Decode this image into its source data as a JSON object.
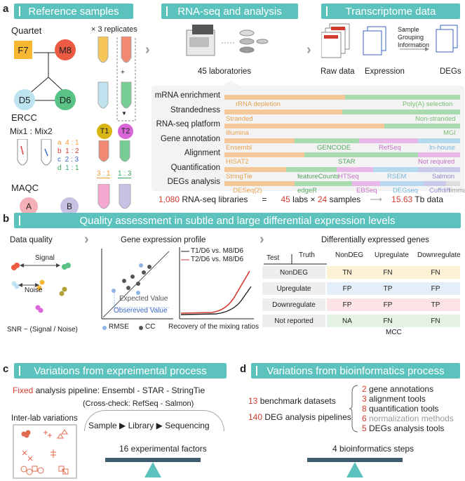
{
  "panel_a": {
    "label": "a",
    "banner_ref": "Reference samples",
    "banner_rna": "RNA-seq and analysis",
    "banner_trans": "Transcriptome data",
    "quartet_title": "Quartet",
    "quartet_samples": [
      "F7",
      "M8",
      "D5",
      "D6"
    ],
    "replicates_label": "× 3 replicates",
    "plus_sign": "+",
    "ercc_title": "ERCC",
    "mix_label": "Mix1 : Mix2",
    "mix_ratios": [
      {
        "letter": "a",
        "ratio": "4 : 1",
        "color": "#f29a38"
      },
      {
        "letter": "b",
        "ratio": "1 : 2",
        "color": "#d43b2f"
      },
      {
        "letter": "c",
        "ratio": "2 : 3",
        "color": "#3b66c9"
      },
      {
        "letter": "d",
        "ratio": "1 : 1",
        "color": "#3aa65a"
      }
    ],
    "t1": "T1",
    "t2": "T2",
    "t1_ratio": "3 : 1",
    "t2_ratio": "1 : 3",
    "maqc_title": "MAQC",
    "maqc_samples": [
      "A",
      "B"
    ],
    "labs_label": "45 laboratories",
    "raw_data": "Raw data",
    "expression": "Expression",
    "degs": "DEGs",
    "sample_grouping": "Sample\nGrouping\nInformation",
    "workflow_rows": [
      {
        "label": "mRNA enrichment",
        "options": [
          "rRNA depletion",
          "Poly(A) selection"
        ]
      },
      {
        "label": "Strandedness",
        "options": [
          "Stranded",
          "Non-stranded"
        ]
      },
      {
        "label": "RNA-seq platform",
        "options": [
          "Illumina",
          "MGI"
        ]
      },
      {
        "label": "Gene annotation",
        "options": [
          "Ensembl",
          "GENCODE",
          "RefSeq",
          "In-house"
        ]
      },
      {
        "label": "Alignment",
        "options": [
          "HISAT2",
          "STAR",
          "Not required"
        ]
      },
      {
        "label": "Quantification",
        "options": [
          "StringTie",
          "featureCounts",
          "HTSeq",
          "RSEM",
          "Salmon"
        ]
      },
      {
        "label": "DEGs analysis",
        "options": [
          "DESeq(2)",
          "edgeR",
          "EBSeq",
          "DEGseq",
          "Cuffdiff",
          "limma"
        ]
      }
    ],
    "summary": {
      "libraries_num": "1,080",
      "libraries_text": "RNA-seq libraries",
      "equals": "=",
      "labs_num": "45",
      "labs_text": "labs ×",
      "samples_num": "24",
      "samples_text": "samples",
      "tb_num": "15.63",
      "tb_text": "Tb data"
    }
  },
  "panel_b": {
    "label": "b",
    "banner": "Quality assessment in subtle and large differential expression levels",
    "data_quality": "Data quality",
    "signal": "Signal",
    "noise": "Noise",
    "snr": "SNR ~ (Signal / Noise)",
    "gene_expr_profile": "Gene expression profile",
    "expected_value": "Expected Value",
    "observed_value": "Obsereved Value",
    "rmse": "RMSE",
    "cc": "CC",
    "legend_t1": "T1/D6 vs. M8/D6",
    "legend_t2": "T2/D6 vs. M8/D6",
    "recovery": "Recovery of the mixing ratios",
    "degs_title": "Differentially expressed genes",
    "table_test": "Test",
    "table_truth": "Truth",
    "table_cols": [
      "NonDEG",
      "Upregulate",
      "Downregulate"
    ],
    "table_rows": [
      {
        "label": "NonDEG",
        "cells": [
          "TN",
          "FN",
          "FN"
        ]
      },
      {
        "label": "Upregulate",
        "cells": [
          "FP",
          "TP",
          "FP"
        ]
      },
      {
        "label": "Downregulate",
        "cells": [
          "FP",
          "FP",
          "TP"
        ]
      },
      {
        "label": "Not reported",
        "cells": [
          "NA",
          "FN",
          "FN"
        ]
      }
    ],
    "mcc": "MCC"
  },
  "panel_c": {
    "label": "c",
    "banner": "Variations from expreimental process",
    "fixed_word": "Fixed",
    "fixed_rest": "analysis pipeline: Ensembl  -  STAR  -  StringTie",
    "crosscheck": "(Cross-check: RefSeq -  Salmon)",
    "interlab": "Inter-lab variations",
    "steps": [
      "Sample",
      "Library",
      "Sequencing"
    ],
    "arrow": "▶",
    "factors": "16 experimental factors"
  },
  "panel_d": {
    "label": "d",
    "banner": "Variations from bioinformatics process",
    "bench_num": "13",
    "bench_text": "benchmark datasets",
    "pipe_num": "140",
    "pipe_text": "DEG analysis pipelines",
    "tools": [
      {
        "num": "2",
        "text": "gene annotations",
        "grey": false
      },
      {
        "num": "3",
        "text": "alignment tools",
        "grey": false
      },
      {
        "num": "8",
        "text": "quantification tools",
        "grey": false
      },
      {
        "num": "6",
        "text": "normalization methods",
        "grey": true
      },
      {
        "num": "5",
        "text": "DEGs analysis tools",
        "grey": false
      }
    ],
    "steps": "4 bioinformatics steps"
  },
  "colors": {
    "teal": "#5bc2bd",
    "orange": "#f5c89a",
    "green": "#a8dbb0",
    "pink": "#e7b8e8",
    "blue": "#b7d9ee",
    "red_text": "#d43b2f"
  }
}
